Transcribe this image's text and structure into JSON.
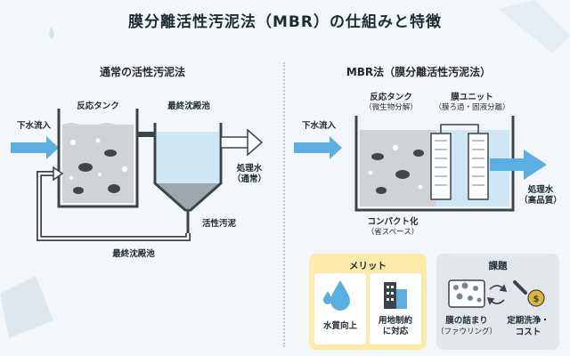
{
  "title": "膜分離活性汚泥法（MBR）の仕組みと特徴",
  "left": {
    "heading": "通常の活性汚泥法",
    "inflow": "下水流入",
    "reaction_tank": "反応タンク",
    "settling_tank": "最終沈殿池",
    "treated_water_1": "処理水",
    "treated_water_2": "（通常）",
    "activated_sludge": "活性汚泥",
    "return_label": "最終沈殿池"
  },
  "right": {
    "heading": "MBR法（膜分離活性汚泥法）",
    "inflow": "下水流入",
    "reaction_tank_1": "反応タンク",
    "reaction_tank_2": "（微生物分解）",
    "membrane_unit_1": "膜ユニット",
    "membrane_unit_2": "（膜ろ過・固液分離）",
    "treated_water_1": "処理水",
    "treated_water_2": "（高品質）",
    "compact_1": "コンパクト化",
    "compact_2": "（省スペース）"
  },
  "merits": {
    "title": "メリット",
    "item1": "水質向上",
    "item2_1": "用地制約",
    "item2_2": "に対応"
  },
  "issues": {
    "title": "課題",
    "item1_1": "膜の詰まり",
    "item1_2": "（ファウリング）",
    "item2_1": "定期洗浄・",
    "item2_2": "コスト"
  },
  "colors": {
    "water": "#cfe6f5",
    "arrow": "#5aaee0",
    "sludge": "#cfd3d6",
    "merit_bg": "#fbeaa8",
    "issue_bg": "#e3e6ea"
  }
}
